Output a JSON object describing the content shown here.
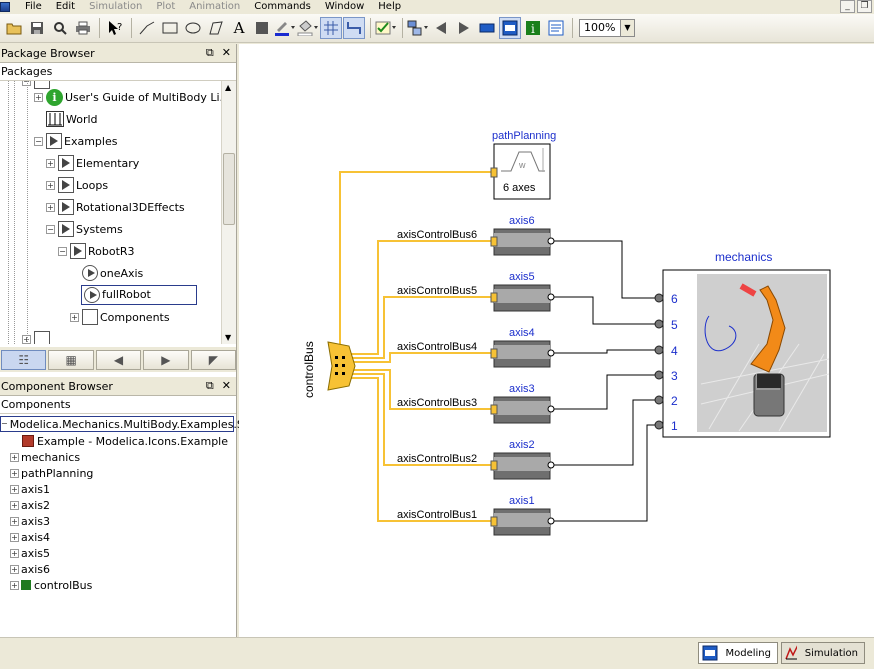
{
  "menubar": {
    "items": [
      {
        "label": "File",
        "enabled": true
      },
      {
        "label": "Edit",
        "enabled": true
      },
      {
        "label": "Simulation",
        "enabled": false
      },
      {
        "label": "Plot",
        "enabled": false
      },
      {
        "label": "Animation",
        "enabled": false
      },
      {
        "label": "Commands",
        "enabled": true
      },
      {
        "label": "Window",
        "enabled": true
      },
      {
        "label": "Help",
        "enabled": true
      }
    ]
  },
  "toolbar": {
    "zoom": "100%"
  },
  "package_browser": {
    "title": "Package Browser",
    "header": "Packages",
    "rows": {
      "users_guide": "User's Guide of MultiBody Li...",
      "world": "World",
      "examples": "Examples",
      "elementary": "Elementary",
      "loops": "Loops",
      "rotational": "Rotational3DEffects",
      "systems": "Systems",
      "robotr3": "RobotR3",
      "oneaxis": "oneAxis",
      "fullrobot": "fullRobot",
      "components": "Components"
    }
  },
  "component_browser": {
    "title": "Component Browser",
    "header": "Components",
    "root": "Modelica.Mechanics.MultiBody.Examples.Sy...",
    "example": "Example - Modelica.Icons.Example",
    "items": [
      "mechanics",
      "pathPlanning",
      "axis1",
      "axis2",
      "axis3",
      "axis4",
      "axis5",
      "axis6",
      "controlBus"
    ]
  },
  "diagram": {
    "pathPlanning": {
      "label": "pathPlanning",
      "text": "6 axes",
      "icon_letter": "w"
    },
    "controlBus": "controlBus",
    "mechanics": {
      "label": "mechanics",
      "ports": [
        "6",
        "5",
        "4",
        "3",
        "2",
        "1"
      ]
    },
    "axes": [
      {
        "name": "axis6",
        "bus": "axisControlBus6"
      },
      {
        "name": "axis5",
        "bus": "axisControlBus5"
      },
      {
        "name": "axis4",
        "bus": "axisControlBus4"
      },
      {
        "name": "axis3",
        "bus": "axisControlBus3"
      },
      {
        "name": "axis2",
        "bus": "axisControlBus2"
      },
      {
        "name": "axis1",
        "bus": "axisControlBus1"
      }
    ],
    "colors": {
      "bus": "#f7c235",
      "label_blue": "#1c2fcc",
      "axis_body": "#7a7a7a"
    }
  },
  "statusbar": {
    "modeling": "Modeling",
    "simulation": "Simulation"
  }
}
